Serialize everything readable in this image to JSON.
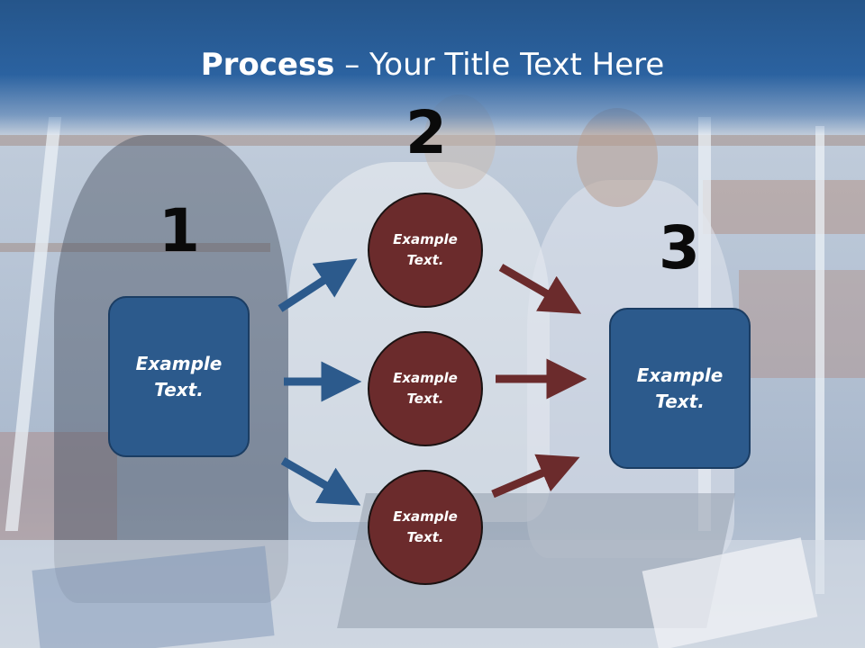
{
  "title": {
    "bold": "Process",
    "rest": " – Your Title Text Here"
  },
  "steps": [
    {
      "number": "1",
      "label": "Example\nText."
    },
    {
      "number": "2",
      "circles": [
        {
          "label": "Example\nText."
        },
        {
          "label": "Example\nText."
        },
        {
          "label": "Example\nText."
        }
      ]
    },
    {
      "number": "3",
      "label": "Example\nText."
    }
  ],
  "colors": {
    "title_bar": "#2b62a0",
    "box_fill": "#2c5a8c",
    "circle_fill": "#6b2b2c",
    "blue_arrow": "#2c5a8c",
    "red_arrow": "#6b2b2c"
  }
}
